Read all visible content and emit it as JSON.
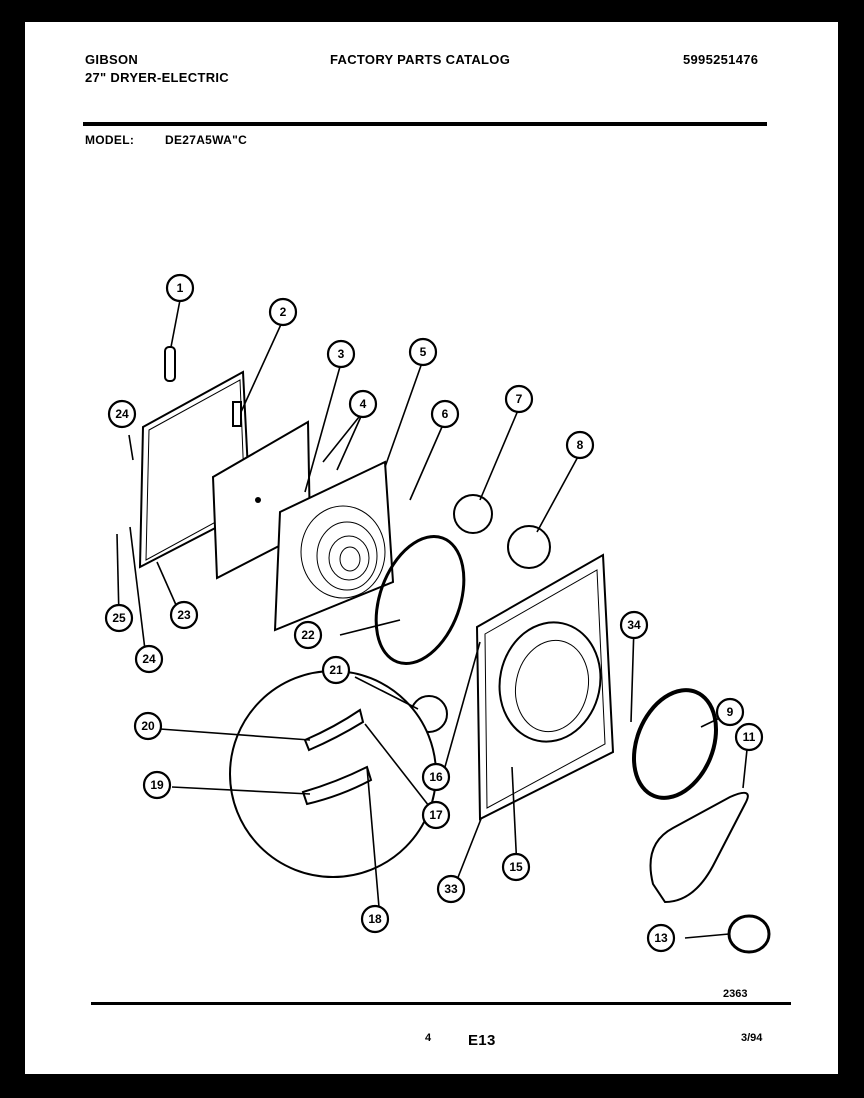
{
  "header": {
    "brand": "GIBSON",
    "product": "27\" DRYER-ELECTRIC",
    "catalog_title": "FACTORY PARTS CATALOG",
    "catalog_number": "5995251476",
    "model_label": "MODEL:",
    "model_value": "DE27A5WA\"C"
  },
  "diagram": {
    "callouts": [
      "1",
      "2",
      "3",
      "4",
      "5",
      "6",
      "7",
      "8",
      "24",
      "25",
      "23",
      "22",
      "24",
      "21",
      "20",
      "19",
      "16",
      "18",
      "17",
      "33",
      "15",
      "34",
      "9",
      "11",
      "13"
    ]
  },
  "footer": {
    "drawing_number": "2363",
    "page_number": "4",
    "section_code": "E13",
    "date_code": "3/94"
  }
}
